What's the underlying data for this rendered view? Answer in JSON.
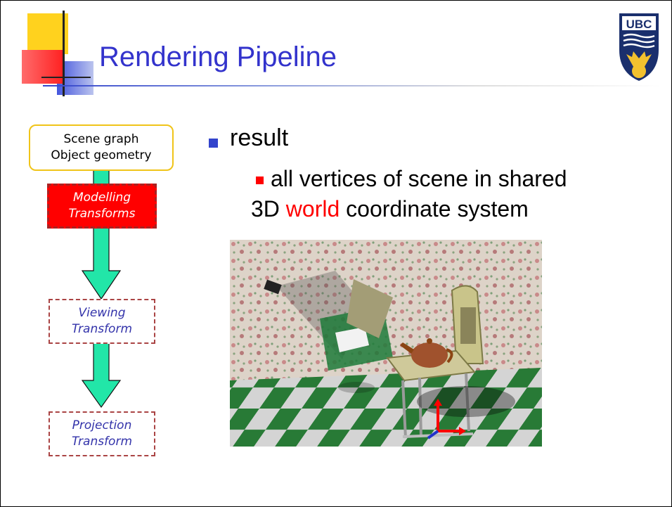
{
  "slide": {
    "title": "Rendering Pipeline",
    "logo_text": "UBC"
  },
  "pipeline": {
    "scene_box": {
      "line1": "Scene graph",
      "line2": "Object geometry"
    },
    "modelling": {
      "line1": "Modelling",
      "line2": "Transforms"
    },
    "viewing": {
      "line1": "Viewing",
      "line2": "Transform"
    },
    "projection": {
      "line1": "Projection",
      "line2": "Transform"
    }
  },
  "content": {
    "bullet_main": "result",
    "sub_line1": "all vertices of scene in shared",
    "sub_line2_pre": "3D ",
    "sub_line2_highlight": "world",
    "sub_line2_post": " coordinate system"
  },
  "colors": {
    "title": "#3333cc",
    "highlight": "#ff0000",
    "arrow_fill": "#22e6a8",
    "bullet_main": "#3344cc",
    "bullet_sub": "#ff0000",
    "scene_box_border": "#f0c419",
    "modelling_fill": "#ff0000"
  }
}
